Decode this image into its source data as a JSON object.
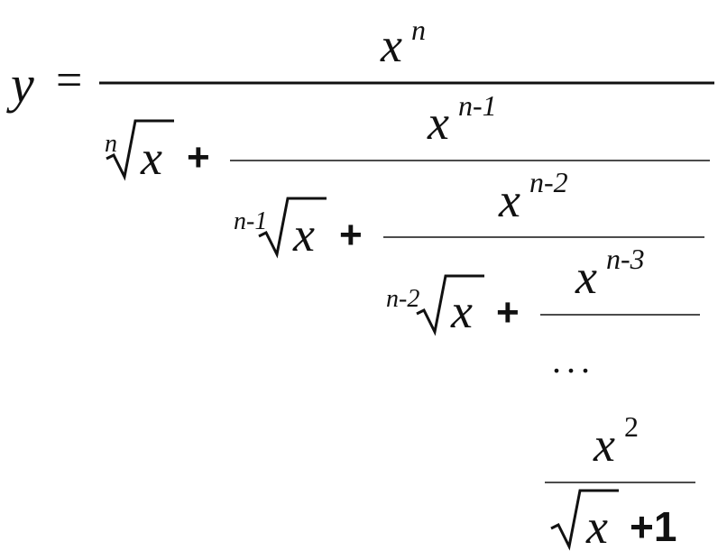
{
  "lhs": {
    "var": "y",
    "eq": "="
  },
  "level1": {
    "num_base": "x",
    "num_exp": "n",
    "root_index": "n",
    "radicand": "x",
    "plus": "+"
  },
  "level2": {
    "num_base": "x",
    "num_exp": "n-1",
    "root_index": "n-1",
    "radicand": "x",
    "plus": "+"
  },
  "level3": {
    "num_base": "x",
    "num_exp": "n-2",
    "root_index": "n-2",
    "radicand": "x",
    "plus": "+"
  },
  "level4": {
    "num_base": "x",
    "num_exp": "n-3"
  },
  "ellipsis": "...",
  "last": {
    "num_base": "x",
    "num_exp": "2",
    "radicand": "x",
    "plus": "+1"
  }
}
